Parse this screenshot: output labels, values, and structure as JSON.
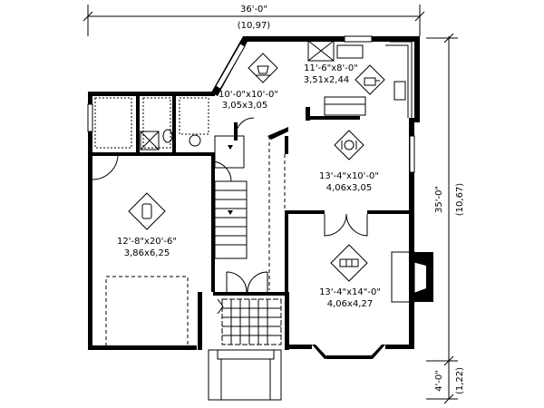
{
  "dimensions": {
    "width_imperial": "36'-0\"",
    "width_metric": "(10,97)",
    "depth_imperial": "35'-0\"",
    "depth_metric": "(10,67)",
    "porch_imperial": "4'-0\"",
    "porch_metric": "(1,22)"
  },
  "rooms": [
    {
      "name": "kitchen",
      "imperial": "11'-6\"x8'-0\"",
      "metric": "3,51x2,44",
      "icon": "cooking-pot-icon"
    },
    {
      "name": "breakfast",
      "imperial": "10'-0\"x10'-0\"",
      "metric": "3,05x3,05",
      "icon": "coffee-cup-icon"
    },
    {
      "name": "dining",
      "imperial": "13'-4\"x10'-0\"",
      "metric": "4,06x3,05",
      "icon": "plate-cutlery-icon"
    },
    {
      "name": "garage",
      "imperial": "12'-8\"x20'-6\"",
      "metric": "3,86x6,25",
      "icon": "car-icon"
    },
    {
      "name": "living",
      "imperial": "13'-4\"x14\"-0\"",
      "metric": "4,06x4,27",
      "icon": "sofa-icon"
    }
  ]
}
